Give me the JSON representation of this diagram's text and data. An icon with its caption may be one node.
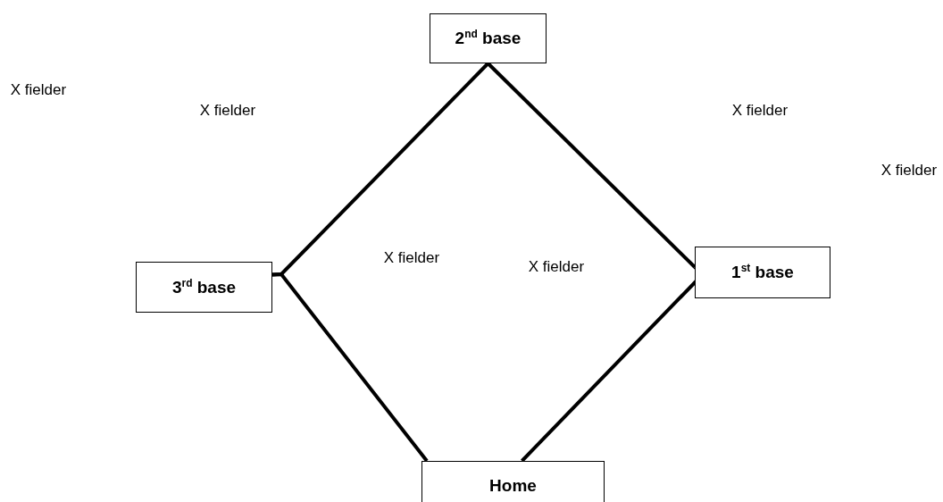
{
  "diagram": {
    "nodes": [
      {
        "text": [
          "2$^{nd}$ base"
        ]
      },
      {
        "text": [
          "3$^{rd}$ base"
        ]
      },
      {
        "text": [
          "1$^{st}$ base"
        ]
      },
      {
        "text": [
          "Home"
        ]
      }
    ],
    "edges": [
      {
        "from": 0,
        "to": 1,
        "arrow": "none"
      },
      {
        "from": 0,
        "to": 2,
        "arrow": "none"
      },
      {
        "from": 1,
        "to": 3,
        "arrow": "none"
      },
      {
        "from": 2,
        "to": 3,
        "arrow": "none"
      }
    ],
    "labels": [
      "X fielder",
      "X fielder",
      "X fielder",
      "X fielder",
      "X fielder",
      "X fielder"
    ]
  }
}
